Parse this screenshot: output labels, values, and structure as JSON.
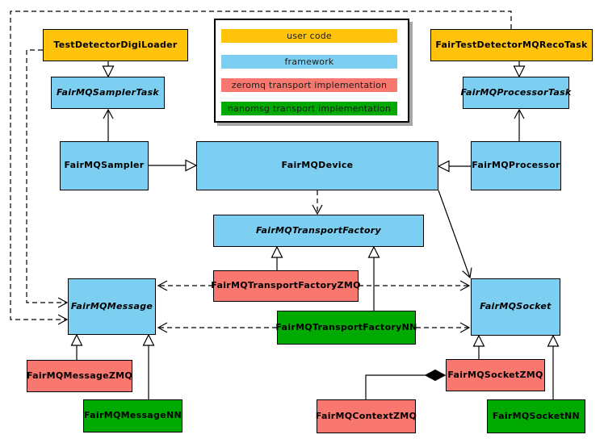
{
  "palette": {
    "user_code": "#FFC30B",
    "framework": "#7DCFF2",
    "zeromq_impl": "#F8776F",
    "nanomsg_impl": "#00AA00",
    "line": "#000000",
    "background": "#FFFFFF"
  },
  "legend": {
    "items": [
      {
        "label": "user code"
      },
      {
        "label": "framework"
      },
      {
        "label": "zeromq transport implementation"
      },
      {
        "label": "nanomsg transport implementation"
      }
    ]
  },
  "nodes": {
    "digiloader": {
      "label": "TestDetectorDigiLoader",
      "category": "user code",
      "abstract": false
    },
    "recotask": {
      "label": "FairTestDetectorMQRecoTask",
      "category": "user code",
      "abstract": false
    },
    "samplertask": {
      "label": "FairMQSamplerTask",
      "category": "framework",
      "abstract": true
    },
    "processortask": {
      "label": "FairMQProcessorTask",
      "category": "framework",
      "abstract": true
    },
    "sampler": {
      "label": "FairMQSampler",
      "category": "framework",
      "abstract": false
    },
    "device": {
      "label": "FairMQDevice",
      "category": "framework",
      "abstract": false
    },
    "processor": {
      "label": "FairMQProcessor",
      "category": "framework",
      "abstract": false
    },
    "transportfactory": {
      "label": "FairMQTransportFactory",
      "category": "framework",
      "abstract": true
    },
    "tfzmq": {
      "label": "FairMQTransportFactoryZMQ",
      "category": "zeromq transport implementation",
      "abstract": false
    },
    "tfnn": {
      "label": "FairMQTransportFactoryNN",
      "category": "nanomsg transport implementation",
      "abstract": false
    },
    "message": {
      "label": "FairMQMessage",
      "category": "framework",
      "abstract": true
    },
    "socket": {
      "label": "FairMQSocket",
      "category": "framework",
      "abstract": true
    },
    "messagezmq": {
      "label": "FairMQMessageZMQ",
      "category": "zeromq transport implementation",
      "abstract": false
    },
    "messagenn": {
      "label": "FairMQMessageNN",
      "category": "nanomsg transport implementation",
      "abstract": false
    },
    "socketzmq": {
      "label": "FairMQSocketZMQ",
      "category": "zeromq transport implementation",
      "abstract": false
    },
    "socketnn": {
      "label": "FairMQSocketNN",
      "category": "nanomsg transport implementation",
      "abstract": false
    },
    "contextzmq": {
      "label": "FairMQContextZMQ",
      "category": "zeromq transport implementation",
      "abstract": false
    }
  },
  "edges": [
    {
      "from": "TestDetectorDigiLoader",
      "to": "FairMQSamplerTask",
      "type": "inheritance"
    },
    {
      "from": "FairTestDetectorMQRecoTask",
      "to": "FairMQProcessorTask",
      "type": "inheritance"
    },
    {
      "from": "FairMQSampler",
      "to": "FairMQDevice",
      "type": "inheritance"
    },
    {
      "from": "FairMQProcessor",
      "to": "FairMQDevice",
      "type": "inheritance"
    },
    {
      "from": "FairMQSampler",
      "to": "FairMQSamplerTask",
      "type": "association"
    },
    {
      "from": "FairMQProcessor",
      "to": "FairMQProcessorTask",
      "type": "association"
    },
    {
      "from": "FairMQDevice",
      "to": "FairMQTransportFactory",
      "type": "dependency"
    },
    {
      "from": "FairMQDevice",
      "to": "FairMQSocket",
      "type": "association"
    },
    {
      "from": "FairMQTransportFactoryZMQ",
      "to": "FairMQTransportFactory",
      "type": "inheritance"
    },
    {
      "from": "FairMQTransportFactoryNN",
      "to": "FairMQTransportFactory",
      "type": "inheritance"
    },
    {
      "from": "FairMQTransportFactoryZMQ",
      "to": "FairMQMessage",
      "type": "dependency"
    },
    {
      "from": "FairMQTransportFactoryZMQ",
      "to": "FairMQSocket",
      "type": "dependency"
    },
    {
      "from": "FairMQTransportFactoryNN",
      "to": "FairMQMessage",
      "type": "dependency"
    },
    {
      "from": "FairMQTransportFactoryNN",
      "to": "FairMQSocket",
      "type": "dependency"
    },
    {
      "from": "TestDetectorDigiLoader",
      "to": "FairMQMessage",
      "type": "dependency"
    },
    {
      "from": "FairTestDetectorMQRecoTask",
      "to": "FairMQMessage",
      "type": "dependency"
    },
    {
      "from": "FairMQMessageZMQ",
      "to": "FairMQMessage",
      "type": "inheritance"
    },
    {
      "from": "FairMQMessageNN",
      "to": "FairMQMessage",
      "type": "inheritance"
    },
    {
      "from": "FairMQSocketZMQ",
      "to": "FairMQSocket",
      "type": "inheritance"
    },
    {
      "from": "FairMQSocketNN",
      "to": "FairMQSocket",
      "type": "inheritance"
    },
    {
      "from": "FairMQContextZMQ",
      "to": "FairMQSocketZMQ",
      "type": "composition"
    }
  ]
}
